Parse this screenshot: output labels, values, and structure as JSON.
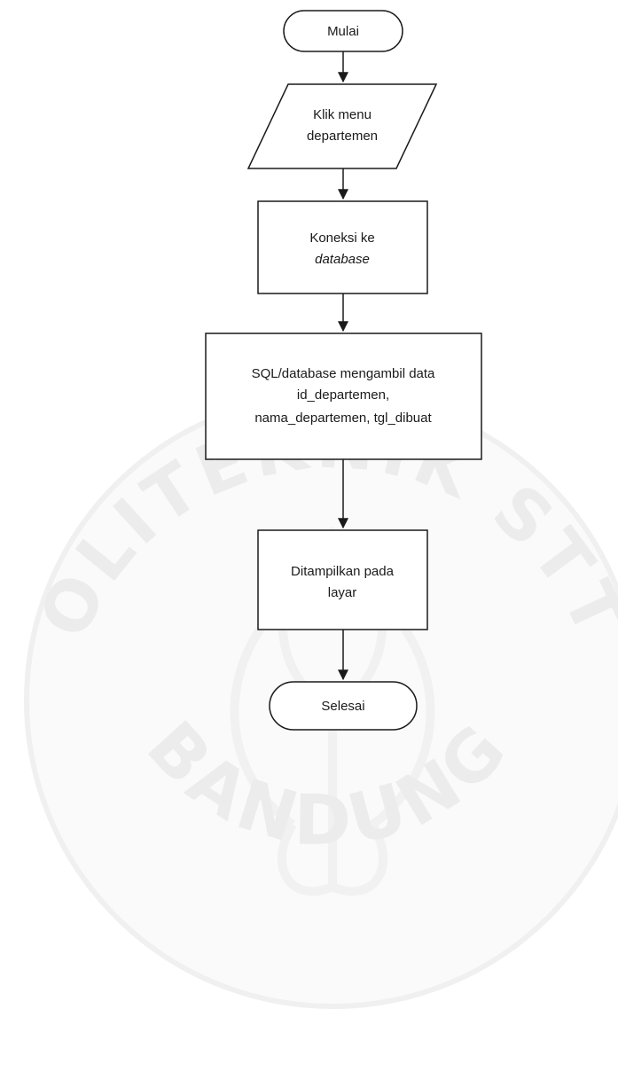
{
  "flowchart": {
    "start": {
      "label": "Mulai"
    },
    "input": {
      "line1": "Klik menu",
      "line2": "departemen"
    },
    "connect": {
      "line1": "Koneksi ke",
      "line2": "database"
    },
    "query": {
      "line1": "SQL/database mengambil data",
      "line2": "id_departemen,",
      "line3": "nama_departemen, tgl_dibuat"
    },
    "display": {
      "line1": "Ditampilkan pada",
      "line2": "layar"
    },
    "end": {
      "label": "Selesai"
    }
  },
  "watermark": {
    "top_text": "POLITEKNIK STTT",
    "bottom_text": "BANDUNG"
  }
}
